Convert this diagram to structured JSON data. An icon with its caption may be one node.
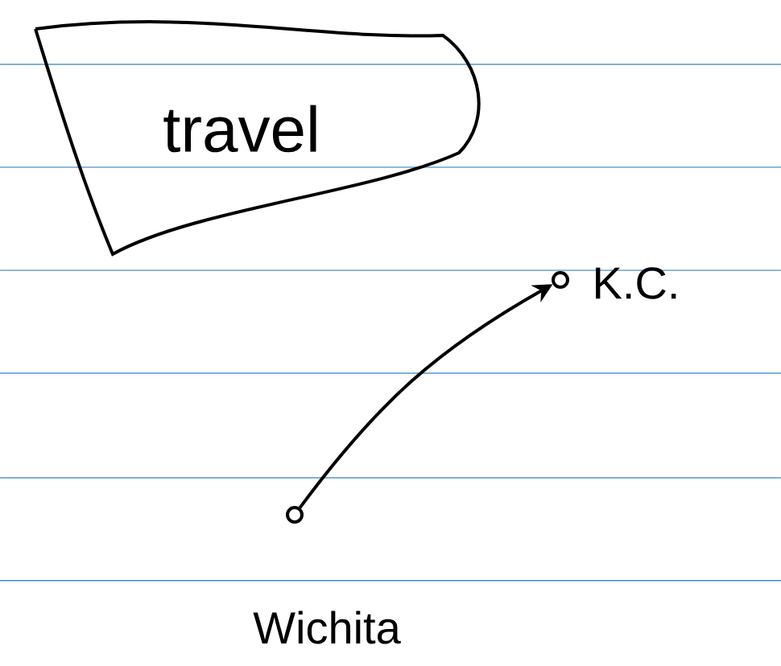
{
  "diagram": {
    "nodes": [
      {
        "text": [
          "travel"
        ]
      },
      {
        "text": [],
        "shape": "circle",
        "beside": [
          "Wichita"
        ]
      },
      {
        "text": [],
        "shape": "circle",
        "beside": [
          "K.C."
        ]
      }
    ],
    "edges": [
      {
        "from": 1,
        "to": 2,
        "arrow": "to"
      }
    ]
  }
}
